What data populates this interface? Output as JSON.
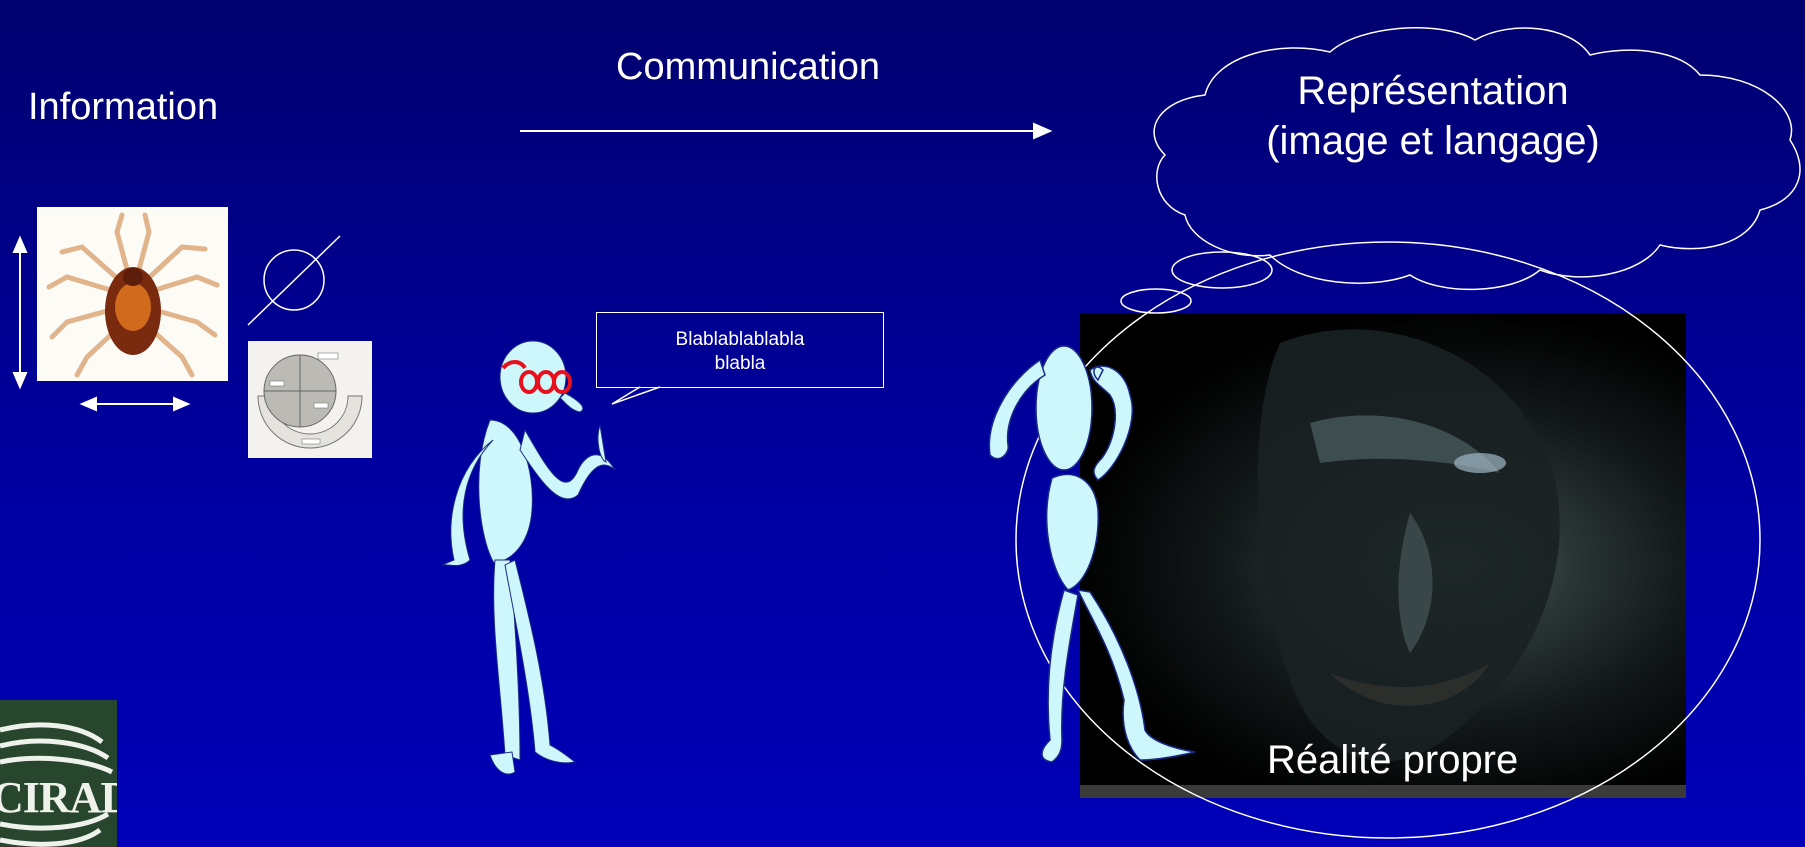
{
  "titles": {
    "information": "Information",
    "communication": "Communication"
  },
  "speech_bubble": {
    "line1": "Blablablablabla",
    "line2": "blabla"
  },
  "cloud": {
    "line1": "Représentation",
    "line2": "(image et langage)"
  },
  "reality_label": "Réalité propre",
  "logo": {
    "text": "CIRAD"
  },
  "colors": {
    "background_top": "#00006e",
    "background_bottom": "#0000b8",
    "figure_fill": "#cdf7fb",
    "glasses": "#e8101c",
    "line": "#ffffff"
  },
  "icons": [
    "tick-photo",
    "empty-set-icon",
    "trap-diagram",
    "stick-figure-talking",
    "stick-figure-confused",
    "vampire-face-photo",
    "cirad-logo"
  ]
}
